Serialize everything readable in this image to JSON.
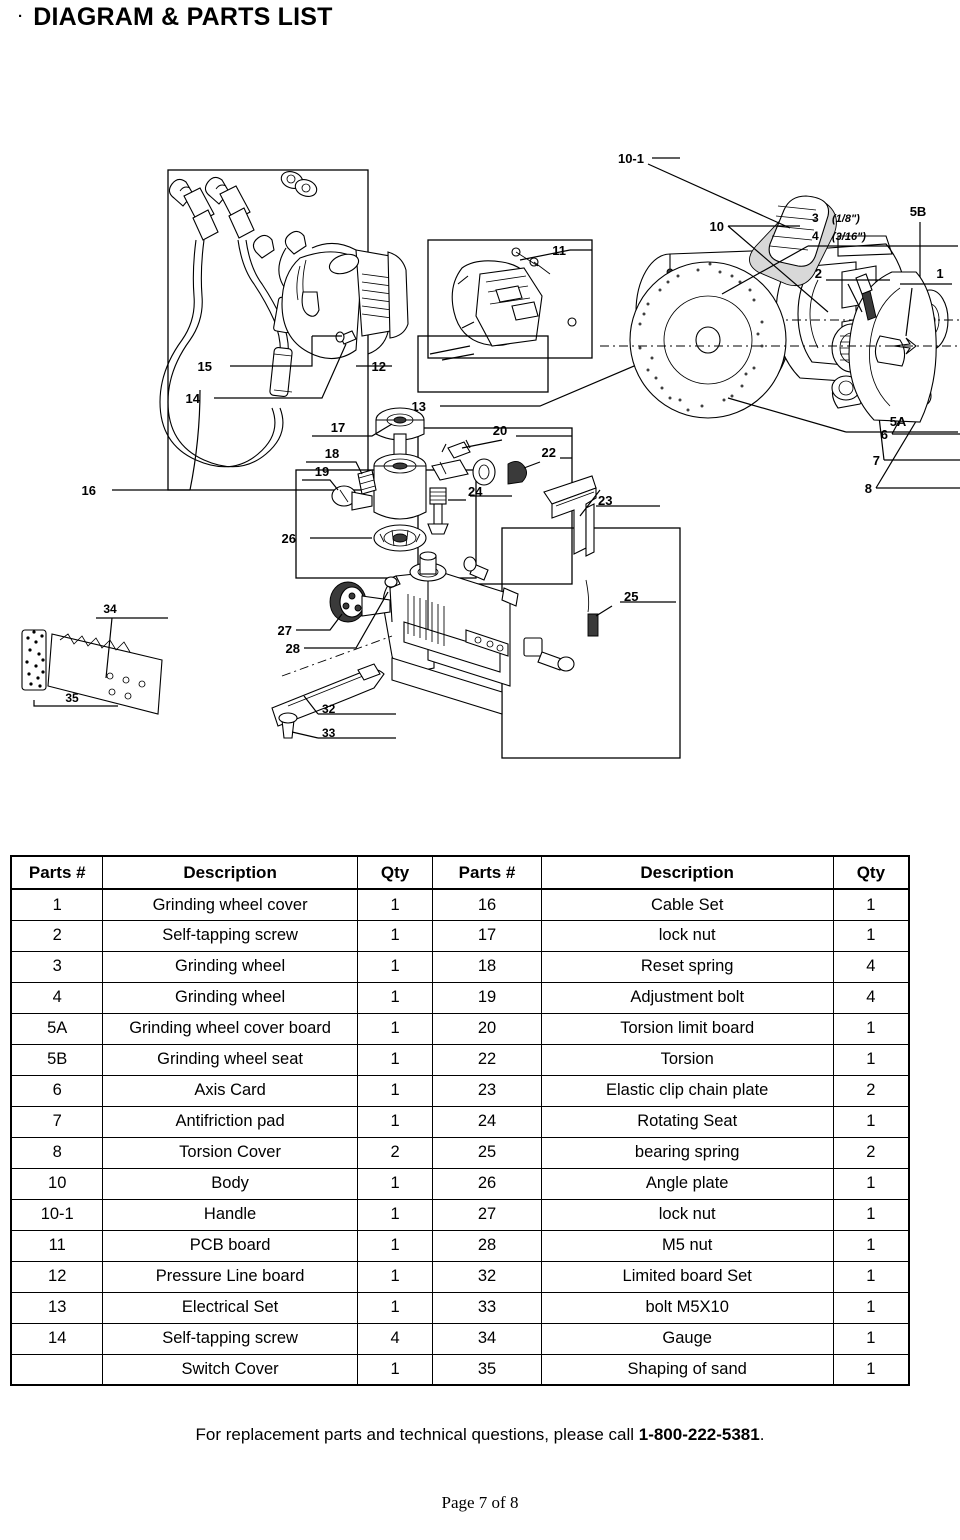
{
  "document": {
    "title_bullet": "·",
    "title": "DIAGRAM & PARTS LIST",
    "footer_note_prefix": "For replacement parts and technical questions, please call ",
    "footer_phone": "1-800-222-5381",
    "footer_note_suffix": ".",
    "page_number": "Page 7  of 8"
  },
  "table": {
    "headers": {
      "parts_left": "Parts #",
      "description_left": "Description",
      "qty_left": "Qty",
      "parts_right": "Parts #",
      "description_right": "Description",
      "qty_right": "Qty"
    },
    "rows": [
      {
        "pn_l": "1",
        "desc_l": "Grinding wheel cover",
        "qty_l": "1",
        "pn_r": "16",
        "desc_r": "Cable Set",
        "qty_r": "1"
      },
      {
        "pn_l": "2",
        "desc_l": "Self-tapping screw",
        "qty_l": "1",
        "pn_r": "17",
        "desc_r": "lock nut",
        "qty_r": "1"
      },
      {
        "pn_l": "3",
        "desc_l": "Grinding wheel",
        "qty_l": "1",
        "pn_r": "18",
        "desc_r": "Reset spring",
        "qty_r": "4"
      },
      {
        "pn_l": "4",
        "desc_l": "Grinding wheel",
        "qty_l": "1",
        "pn_r": "19",
        "desc_r": "Adjustment bolt",
        "qty_r": "4"
      },
      {
        "pn_l": "5A",
        "desc_l": "Grinding wheel cover board",
        "qty_l": "1",
        "pn_r": "20",
        "desc_r": "Torsion limit board",
        "qty_r": "1"
      },
      {
        "pn_l": "5B",
        "desc_l": "Grinding wheel seat",
        "qty_l": "1",
        "pn_r": "22",
        "desc_r": "Torsion",
        "qty_r": "1"
      },
      {
        "pn_l": "6",
        "desc_l": "Axis Card",
        "qty_l": "1",
        "pn_r": "23",
        "desc_r": "Elastic clip chain plate",
        "qty_r": "2"
      },
      {
        "pn_l": "7",
        "desc_l": "Antifriction pad",
        "qty_l": "1",
        "pn_r": "24",
        "desc_r": "Rotating Seat",
        "qty_r": "1"
      },
      {
        "pn_l": "8",
        "desc_l": "Torsion Cover",
        "qty_l": "2",
        "pn_r": "25",
        "desc_r": "bearing spring",
        "qty_r": "2"
      },
      {
        "pn_l": "10",
        "desc_l": "Body",
        "qty_l": "1",
        "pn_r": "26",
        "desc_r": "Angle plate",
        "qty_r": "1"
      },
      {
        "pn_l": "10-1",
        "desc_l": "Handle",
        "qty_l": "1",
        "pn_r": "27",
        "desc_r": "lock nut",
        "qty_r": "1"
      },
      {
        "pn_l": "11",
        "desc_l": "PCB board",
        "qty_l": "1",
        "pn_r": "28",
        "desc_r": "M5 nut",
        "qty_r": "1"
      },
      {
        "pn_l": "12",
        "desc_l": "Pressure Line board",
        "qty_l": "1",
        "pn_r": "32",
        "desc_r": "Limited board Set",
        "qty_r": "1"
      },
      {
        "pn_l": "13",
        "desc_l": "Electrical Set",
        "qty_l": "1",
        "pn_r": "33",
        "desc_r": "bolt M5X10",
        "qty_r": "1"
      },
      {
        "pn_l": "14",
        "desc_l": "Self-tapping screw",
        "qty_l": "4",
        "pn_r": "34",
        "desc_r": "Gauge",
        "qty_r": "1"
      },
      {
        "pn_l": "",
        "desc_l": "Switch Cover",
        "qty_l": "1",
        "pn_r": "35",
        "desc_r": "Shaping of sand",
        "qty_r": "1"
      }
    ]
  },
  "diagram": {
    "callouts": {
      "c1": "1",
      "c2": "2",
      "c3": "3",
      "c3_size": "(1/8\")",
      "c4": "4",
      "c4_size": "(3/16\")",
      "c5a": "5A",
      "c5b": "5B",
      "c6": "6",
      "c7": "7",
      "c8": "8",
      "c10": "10",
      "c10_1": "10-1",
      "c11": "11",
      "c12": "12",
      "c13": "13",
      "c14": "14",
      "c15": "15",
      "c16": "16",
      "c17": "17",
      "c18": "18",
      "c19": "19",
      "c20": "20",
      "c22": "22",
      "c23": "23",
      "c24": "24",
      "c25": "25",
      "c26": "26",
      "c27": "27",
      "c28": "28",
      "c32": "32",
      "c33": "33",
      "c34": "34",
      "c35": "35"
    }
  }
}
